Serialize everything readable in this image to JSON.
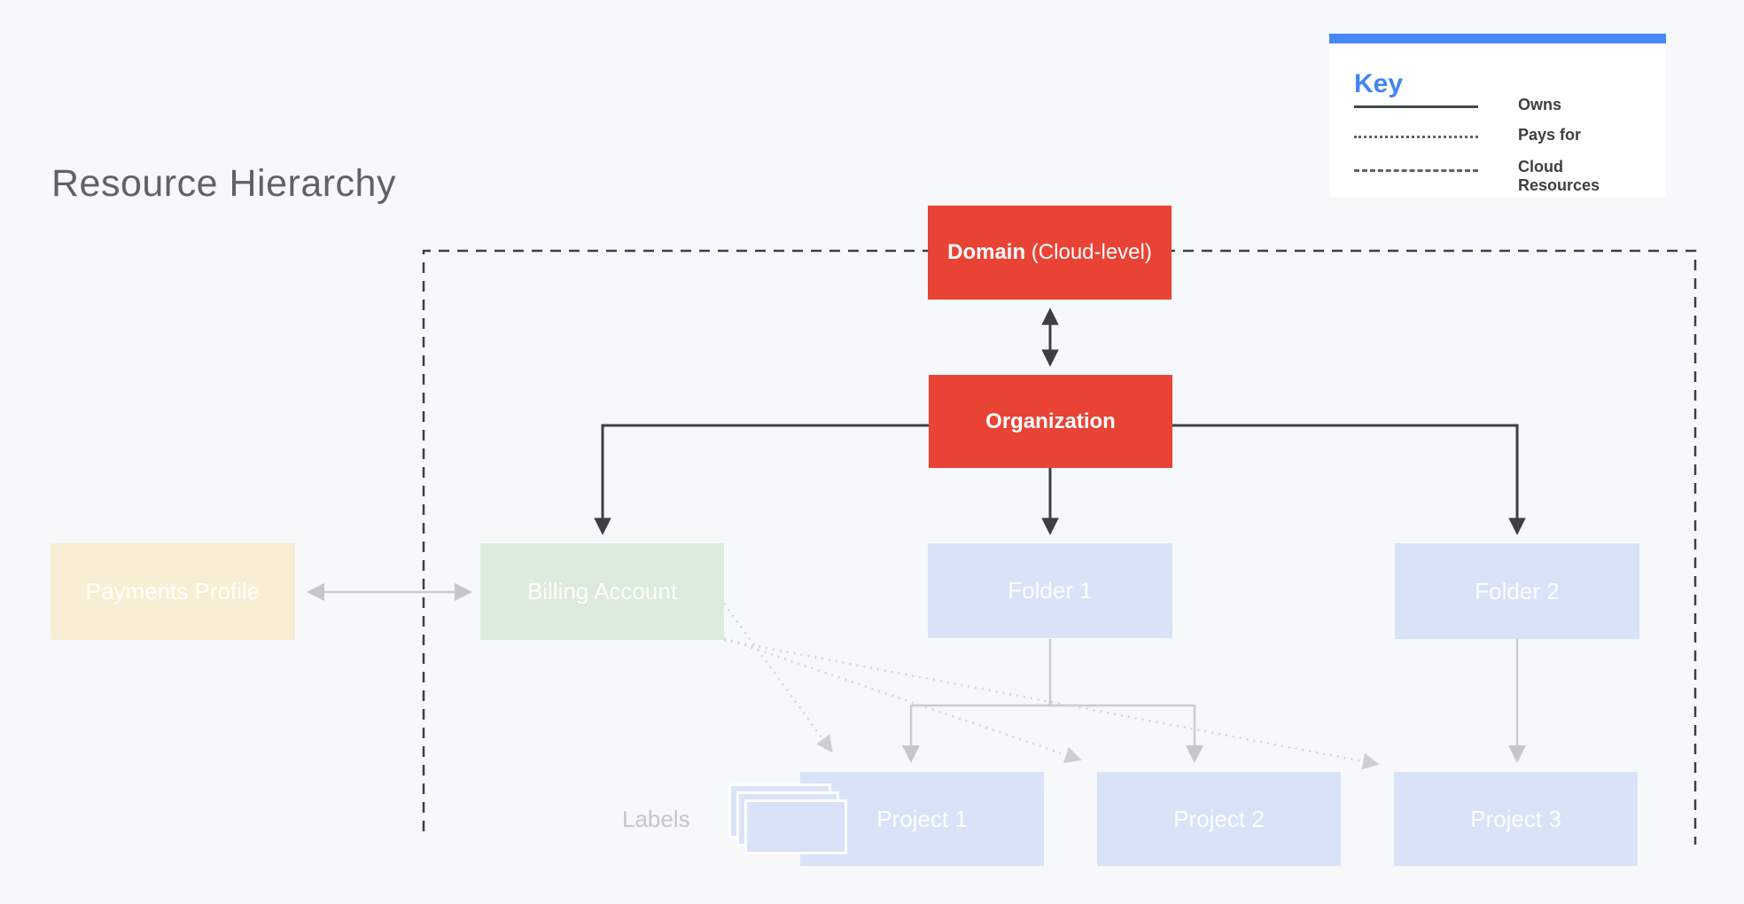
{
  "page": {
    "title": "Resource Hierarchy",
    "background_color": "#F7F8FA"
  },
  "key": {
    "title": "Key",
    "accent_color": "#4688F4",
    "title_color": "#4285F4",
    "entries": [
      {
        "line_style": "solid",
        "label": "Owns"
      },
      {
        "line_style": "dotted",
        "label": "Pays for"
      },
      {
        "line_style": "dashed",
        "label": "Cloud Resources"
      }
    ]
  },
  "nodes": {
    "domain": {
      "label_bold": "Domain",
      "label_rest": " (Cloud-level)",
      "color": "#E94335"
    },
    "organization": {
      "label": "Organization",
      "color": "#E94335"
    },
    "payments_profile": {
      "label": "Payments Profile",
      "color": "#F8EED4"
    },
    "billing_account": {
      "label": "Billing Account",
      "color": "#DCEBDB"
    },
    "folder1": {
      "label": "Folder 1",
      "color": "#D8E3F8"
    },
    "folder2": {
      "label": "Folder 2",
      "color": "#D8E3F8"
    },
    "project1": {
      "label": "Project 1",
      "color": "#D8E3F8"
    },
    "project2": {
      "label": "Project 2",
      "color": "#D8E3F8"
    },
    "project3": {
      "label": "Project 3",
      "color": "#D8E3F8"
    },
    "labels_caption": "Labels"
  },
  "line_colors": {
    "dark_arrow": "#3C4043",
    "boundary_dash": "#3C4043",
    "gray_connector": "#C9CCD0",
    "dotted_pays_for": "#D2D5D9"
  }
}
